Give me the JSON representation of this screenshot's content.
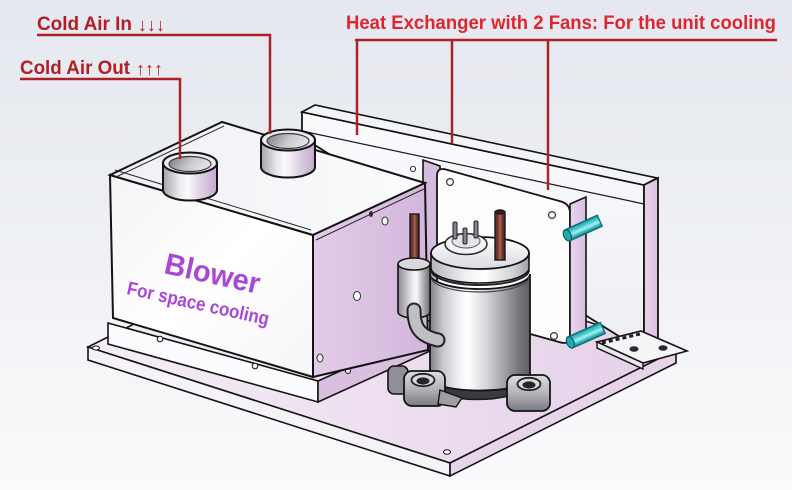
{
  "diagram": {
    "callouts": {
      "cold_air_in": {
        "label": "Cold Air In",
        "arrows": "↓↓↓"
      },
      "cold_air_out": {
        "label": "Cold Air Out",
        "arrows": "↑↑↑"
      },
      "heat_exchanger": {
        "label": "Heat Exchanger with 2 Fans: For the unit cooling"
      }
    },
    "blower": {
      "name": "Blower",
      "purpose": "For space cooling"
    },
    "colors": {
      "cold_air_label": "#b01f26",
      "heat_exchanger_label": "#e12530",
      "callout_line": "#ad2028",
      "blower_text": "#a948d6",
      "panel_lavender": "#dcc3e2",
      "pipe_teal": "#35c4c9",
      "pipe_copper": "#7c4034"
    }
  }
}
